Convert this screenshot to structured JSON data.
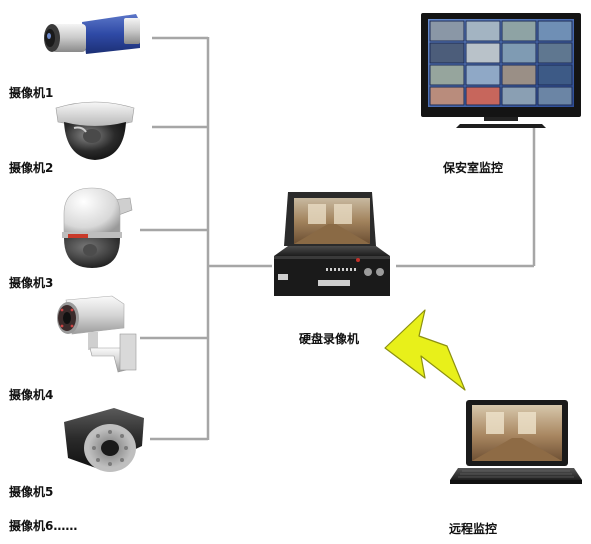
{
  "cameras": [
    {
      "label": "摄像机1",
      "type": "box-camera"
    },
    {
      "label": "摄像机2",
      "type": "dome-camera"
    },
    {
      "label": "摄像机3",
      "type": "speed-dome-camera"
    },
    {
      "label": "摄像机4",
      "type": "ir-bullet-camera"
    },
    {
      "label": "摄像机5",
      "type": "ir-bullet-camera-large"
    },
    {
      "label": "摄像机6……",
      "type": "more-cameras"
    }
  ],
  "dvr": {
    "label": "硬盘录像机",
    "icon": "dvr-recorder-icon"
  },
  "security_room": {
    "label": "保安室监控",
    "icon": "monitor-icon"
  },
  "remote": {
    "label": "远程监控",
    "icon": "laptop-icon"
  },
  "wireless": {
    "icon": "lightning-bolt-icon",
    "color": "#e8f01a"
  },
  "colors": {
    "line": "#a6a6a6",
    "text": "#111111"
  }
}
